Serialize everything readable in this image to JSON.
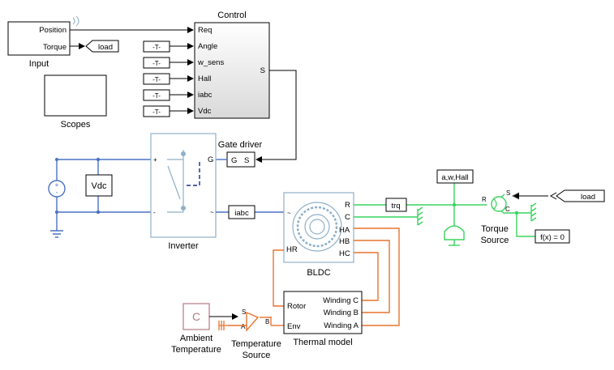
{
  "blocks": {
    "control": {
      "title": "Control",
      "inputs": [
        "Req",
        "Angle",
        "w_sens",
        "Hall",
        "iabc",
        "Vdc"
      ],
      "output": "S"
    },
    "input": {
      "label": "Input",
      "outputs": [
        "Position",
        "Torque"
      ]
    },
    "scopes": {
      "label": "Scopes"
    },
    "goto_load": {
      "text": "load"
    },
    "from_tags": [
      "-T-",
      "-T-",
      "-T-",
      "-T-",
      "-T-",
      "-T-"
    ],
    "gate_driver": {
      "title": "Gate driver",
      "port_g": "G",
      "port_s": "S"
    },
    "inverter": {
      "label": "Inverter",
      "port_g": "G"
    },
    "vdc_sensor": {
      "text": "Vdc"
    },
    "iabc_tag": {
      "text": "iabc"
    },
    "bldc": {
      "label": "BLDC",
      "ports": [
        "R",
        "C",
        "HA",
        "HB",
        "HC",
        "HR"
      ]
    },
    "trq_tag": {
      "text": "trq"
    },
    "sensor_tag": {
      "text": "a,w,Hall"
    },
    "torque_source": {
      "label_line1": "Torque",
      "label_line2": "Source",
      "port_s": "S",
      "port_r": "R",
      "port_c": "C"
    },
    "from_load": {
      "text": "load"
    },
    "solver": {
      "text": "f(x) = 0"
    },
    "thermal_model": {
      "label": "Thermal model",
      "left_ports": [
        "Rotor",
        "Env"
      ],
      "right_ports": [
        "Winding C",
        "Winding B",
        "Winding A"
      ]
    },
    "ambient": {
      "label_line1": "Ambient",
      "label_line2": "Temperature",
      "icon_text": "C"
    },
    "temp_source": {
      "label_line1": "Temperature",
      "label_line2": "Source",
      "port_s": "S",
      "port_a": "A",
      "port_b": "B"
    }
  },
  "colors": {
    "electrical": "#4a72c4",
    "mechanical": "#3ad35e",
    "thermal": "#e8742e",
    "physical_block": "#8fb0c8",
    "ambient_block": "#b07a85"
  }
}
